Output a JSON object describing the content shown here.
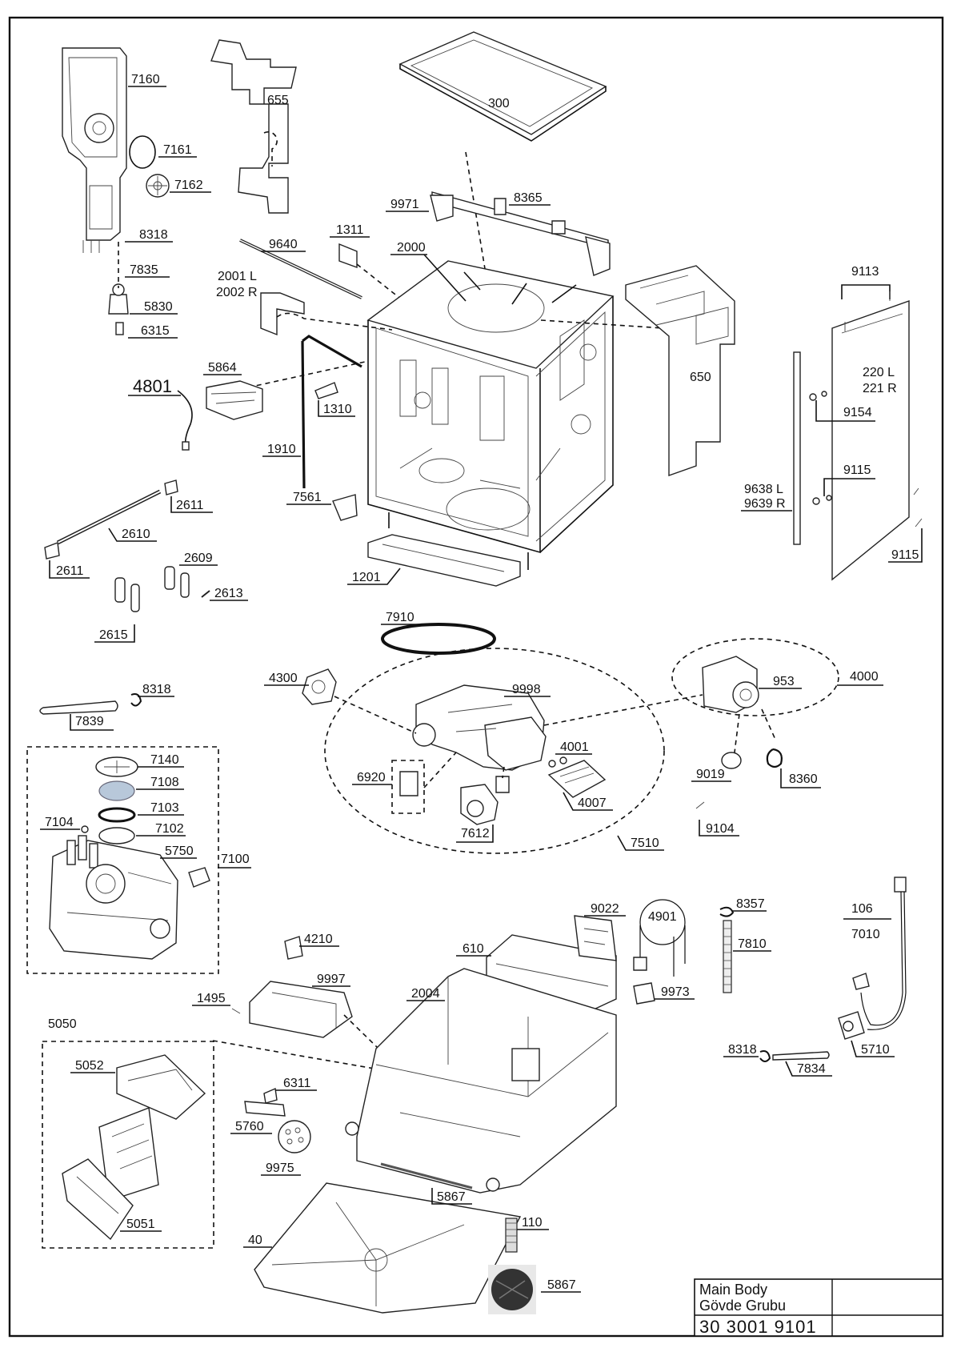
{
  "labels": {
    "p7160": "7160",
    "p7161": "7161",
    "p7162": "7162",
    "p8318a": "8318",
    "p7835": "7835",
    "p5830": "5830",
    "p6315": "6315",
    "p655": "655",
    "p300": "300",
    "p9971": "9971",
    "p8365": "8365",
    "p9640": "9640",
    "p1311": "1311",
    "p2000": "2000",
    "p2001": "2001 L",
    "p2002": "2002 R",
    "p5864": "5864",
    "p4801": "4801",
    "p1310": "1310",
    "p1910": "1910",
    "p7561": "7561",
    "p650": "650",
    "p9113": "9113",
    "p220": "220 L",
    "p221": "221 R",
    "p9154": "9154",
    "p9115a": "9115",
    "p9638": "9638 L",
    "p9639": "9639 R",
    "p9115b": "9115",
    "p2611a": "2611",
    "p2610": "2610",
    "p2611b": "2611",
    "p2609": "2609",
    "p2613": "2613",
    "p2615": "2615",
    "p1201": "1201",
    "p7910": "7910",
    "p4300": "4300",
    "p9998": "9998",
    "p4000": "4000",
    "p953": "953",
    "p8318b": "8318",
    "p7839": "7839",
    "p4001": "4001",
    "p6920": "6920",
    "p9019": "9019",
    "p8360": "8360",
    "p4007": "4007",
    "p7612": "7612",
    "p9104": "9104",
    "p7510": "7510",
    "p7140": "7140",
    "p7108": "7108",
    "p7103": "7103",
    "p7104": "7104",
    "p7102": "7102",
    "p5750": "5750",
    "p7100": "7100",
    "p9022": "9022",
    "p4901": "4901",
    "p8357": "8357",
    "p106": "106",
    "p7010": "7010",
    "p4210": "4210",
    "p610": "610",
    "p7810": "7810",
    "p9997": "9997",
    "p2004": "2004",
    "p9973": "9973",
    "p1495": "1495",
    "p5050": "5050",
    "p5052": "5052",
    "p8318c": "8318",
    "p7834": "7834",
    "p5710": "5710",
    "p6311": "6311",
    "p5760": "5760",
    "p9975": "9975",
    "p5867a": "5867",
    "p5051": "5051",
    "p110": "110",
    "p40": "40",
    "p5867b": "5867"
  },
  "title_block": {
    "title_en": "Main Body",
    "title_tr": "Gövde Grubu",
    "drawing_number": "30 3001 9101"
  }
}
